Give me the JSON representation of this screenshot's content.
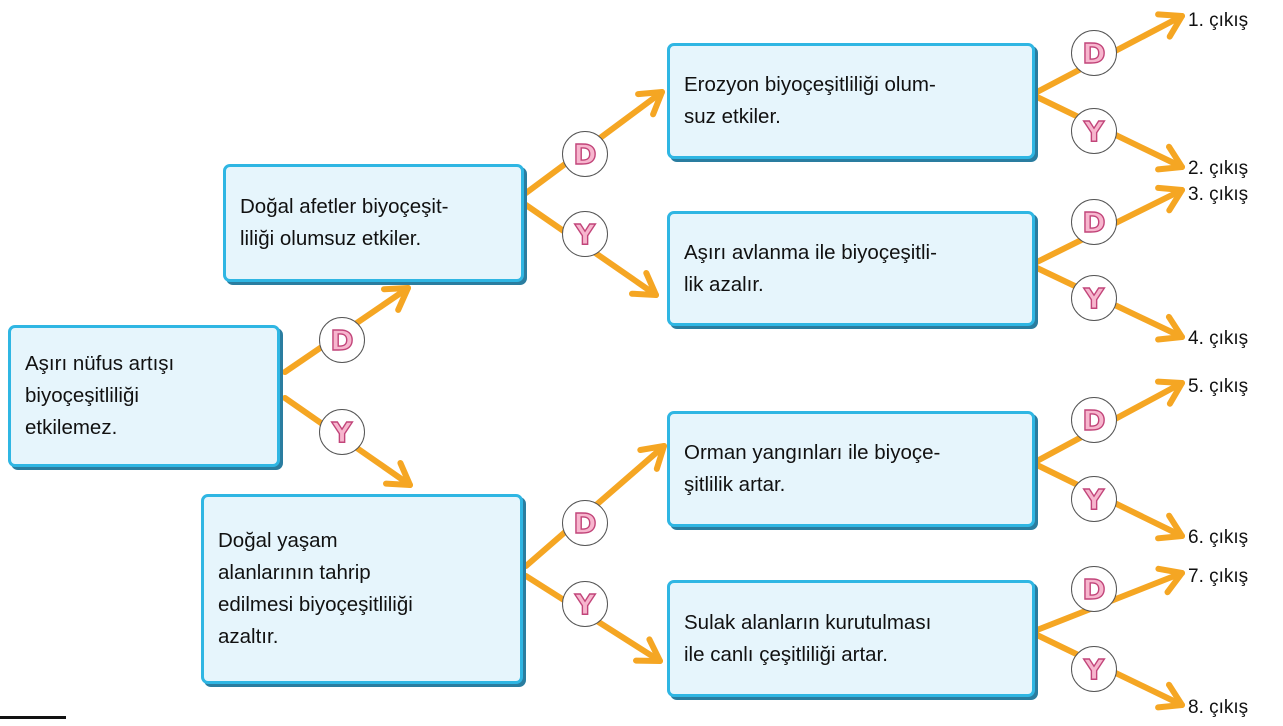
{
  "colors": {
    "arrow": "#f5a623",
    "box_border": "#2fb6e3",
    "box_fill": "#e6f5fc",
    "badge_letter": "#f7b6ce"
  },
  "root": {
    "text": "Aşırı nüfus artışı\nbiyoçeşitliliği\netkilemez."
  },
  "level1": [
    {
      "text": "Doğal afetler biyoçeşit-\nliliği olumsuz etkiler."
    },
    {
      "text": "Doğal yaşam\nalanlarının tahrip\nedilmesi biyoçeşitliliği\nazaltır."
    }
  ],
  "level2": [
    {
      "text": "Erozyon biyoçeşitliliği olum-\nsuz etkiler."
    },
    {
      "text": "Aşırı avlanma ile biyoçeşitli-\nlik azalır."
    },
    {
      "text": "Orman yangınları ile biyoçe-\nşitlilik artar."
    },
    {
      "text": "Sulak alanların kurutulması\nile canlı çeşitliliği artar."
    }
  ],
  "badges": {
    "true": "D",
    "false": "Y"
  },
  "outcomes": [
    "1. çıkış",
    "2. çıkış",
    "3. çıkış",
    "4. çıkış",
    "5. çıkış",
    "6. çıkış",
    "7. çıkış",
    "8. çıkış"
  ]
}
